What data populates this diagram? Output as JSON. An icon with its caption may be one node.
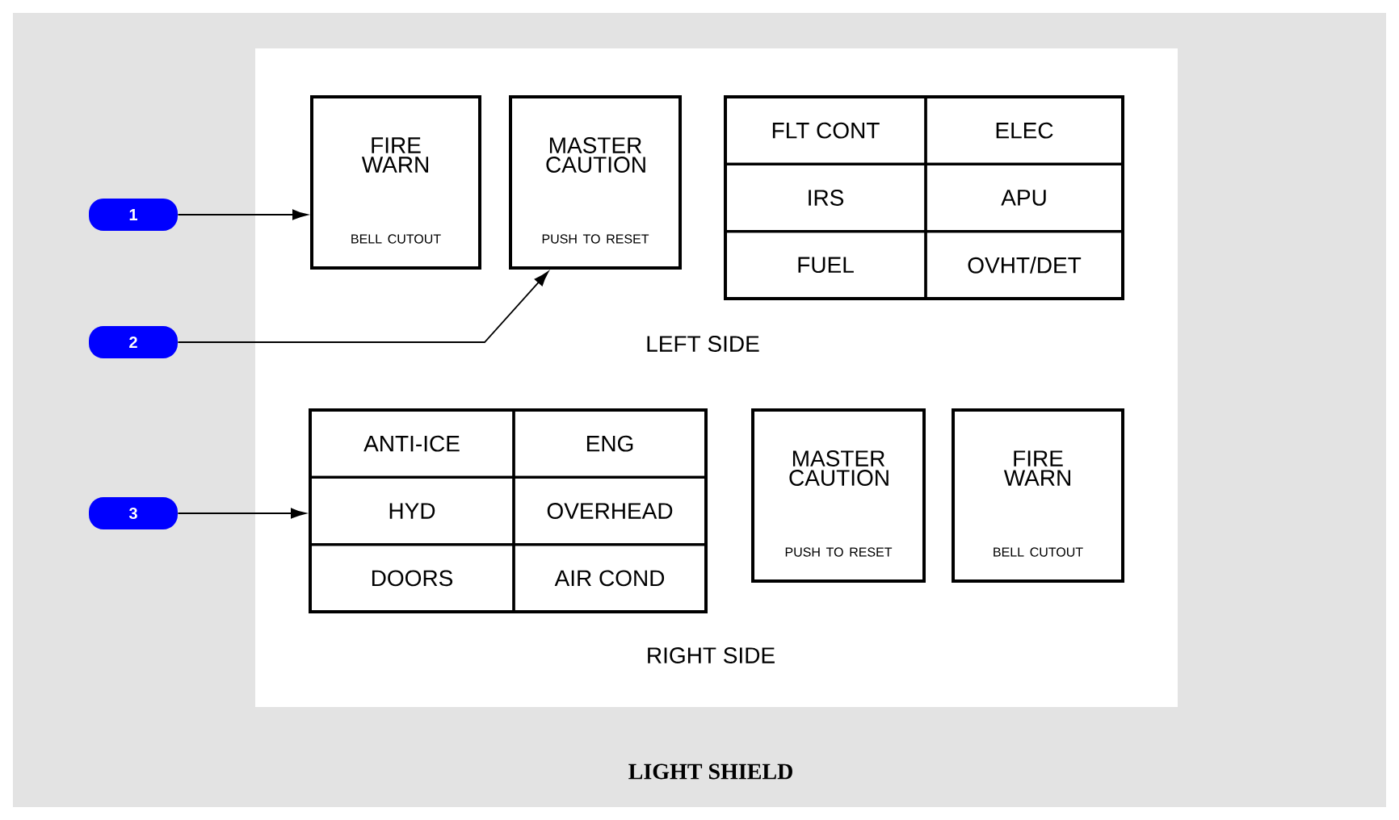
{
  "diagram": {
    "caption": "LIGHT SHIELD",
    "nodes": [
      {
        "text": [
          "1"
        ]
      },
      {
        "text": [
          "2"
        ]
      },
      {
        "text": [
          "3"
        ]
      },
      {
        "text": [
          "FIRE WARN",
          "BELL CUTOUT"
        ]
      },
      {
        "text": [
          "MASTER CAUTION",
          "PUSH TO RESET"
        ]
      },
      {
        "text": [],
        "shape": "box"
      },
      {
        "text": [
          "FLT CONT"
        ],
        "in": 5
      },
      {
        "text": [
          "ELEC"
        ],
        "in": 5
      },
      {
        "text": [
          "IRS"
        ],
        "in": 5
      },
      {
        "text": [
          "APU"
        ],
        "in": 5
      },
      {
        "text": [
          "FUEL"
        ],
        "in": 5
      },
      {
        "text": [
          "OVHT/DET"
        ],
        "in": 5
      },
      {
        "text": [],
        "shape": "box"
      },
      {
        "text": [
          "ANTI-ICE"
        ],
        "in": 12
      },
      {
        "text": [
          "ENG"
        ],
        "in": 12
      },
      {
        "text": [
          "HYD"
        ],
        "in": 12
      },
      {
        "text": [
          "OVERHEAD"
        ],
        "in": 12
      },
      {
        "text": [
          "DOORS"
        ],
        "in": 12
      },
      {
        "text": [
          "AIR COND"
        ],
        "in": 12
      },
      {
        "text": [
          "MASTER CAUTION",
          "PUSH TO RESET"
        ]
      },
      {
        "text": [
          "FIRE WARN",
          "BELL CUTOUT"
        ]
      }
    ],
    "edges": [
      {
        "from": 0,
        "to": 3,
        "arrow": "to"
      },
      {
        "from": 1,
        "to": 4,
        "arrow": "to"
      },
      {
        "from": 2,
        "to": 12,
        "arrow": "to"
      }
    ],
    "labels": [
      "LEFT SIDE",
      "RIGHT SIDE"
    ]
  }
}
